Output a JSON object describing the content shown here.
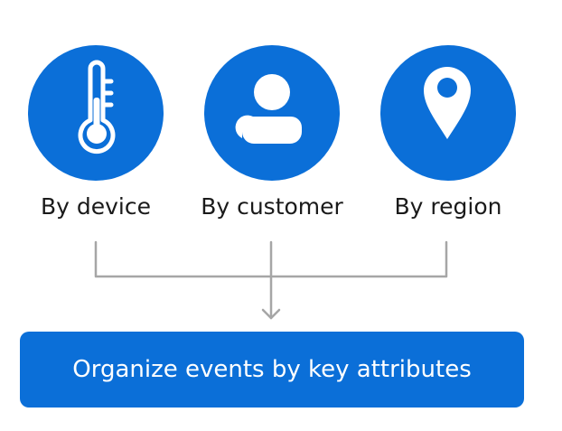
{
  "colors": {
    "accent": "#0b6fd8",
    "connector": "#a6a6a6",
    "label_text": "#1a1a1a",
    "box_text": "#ffffff"
  },
  "categories": [
    {
      "label": "By device",
      "icon": "thermometer-icon"
    },
    {
      "label": "By customer",
      "icon": "person-icon"
    },
    {
      "label": "By region",
      "icon": "location-pin-icon"
    }
  ],
  "summary": {
    "label": "Organize events by key attributes"
  }
}
